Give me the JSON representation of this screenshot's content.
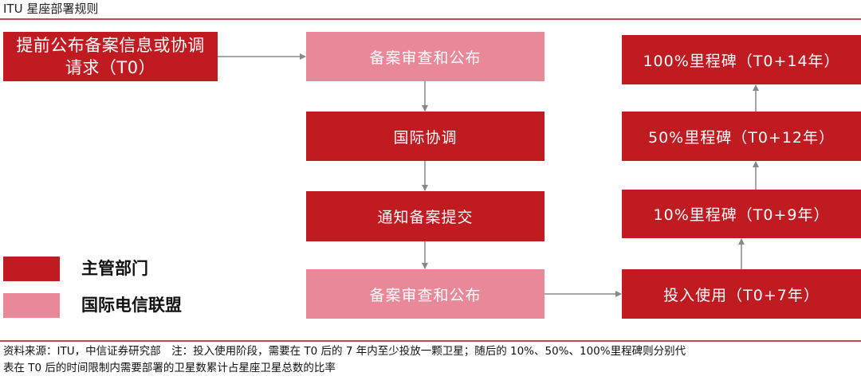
{
  "header": {
    "title": "ITU 星座部署规则"
  },
  "colors": {
    "authority": "#bf1b21",
    "itu": "#e88898",
    "rule": "#c9484b",
    "arrow": "#888888"
  },
  "flow": {
    "start": {
      "line1": "提前公布备案信息或协调",
      "line2": "请求（T0）"
    },
    "middle": [
      {
        "label": "备案审查和公布",
        "owner": "itu"
      },
      {
        "label": "国际协调",
        "owner": "authority"
      },
      {
        "label": "通知备案提交",
        "owner": "authority"
      },
      {
        "label": "备案审查和公布",
        "owner": "itu"
      }
    ],
    "right": [
      {
        "label": "100%里程碑（T0+14年）"
      },
      {
        "label": "50%里程碑（T0+12年）"
      },
      {
        "label": "10%里程碑（T0+9年）"
      },
      {
        "label": "投入使用（T0+7年）"
      }
    ]
  },
  "legend": [
    {
      "label": "主管部门",
      "color": "#bf1b21"
    },
    {
      "label": "国际电信联盟",
      "color": "#e88898"
    }
  ],
  "footer": {
    "line1": "资料来源：ITU，中信证券研究部　注：投入使用阶段，需要在 T0 后的 7 年内至少投放一颗卫星；随后的 10%、50%、100%里程碑则分别代",
    "line2": "表在 T0 后的时间限制内需要部署的卫星数累计占星座卫星总数的比率"
  }
}
